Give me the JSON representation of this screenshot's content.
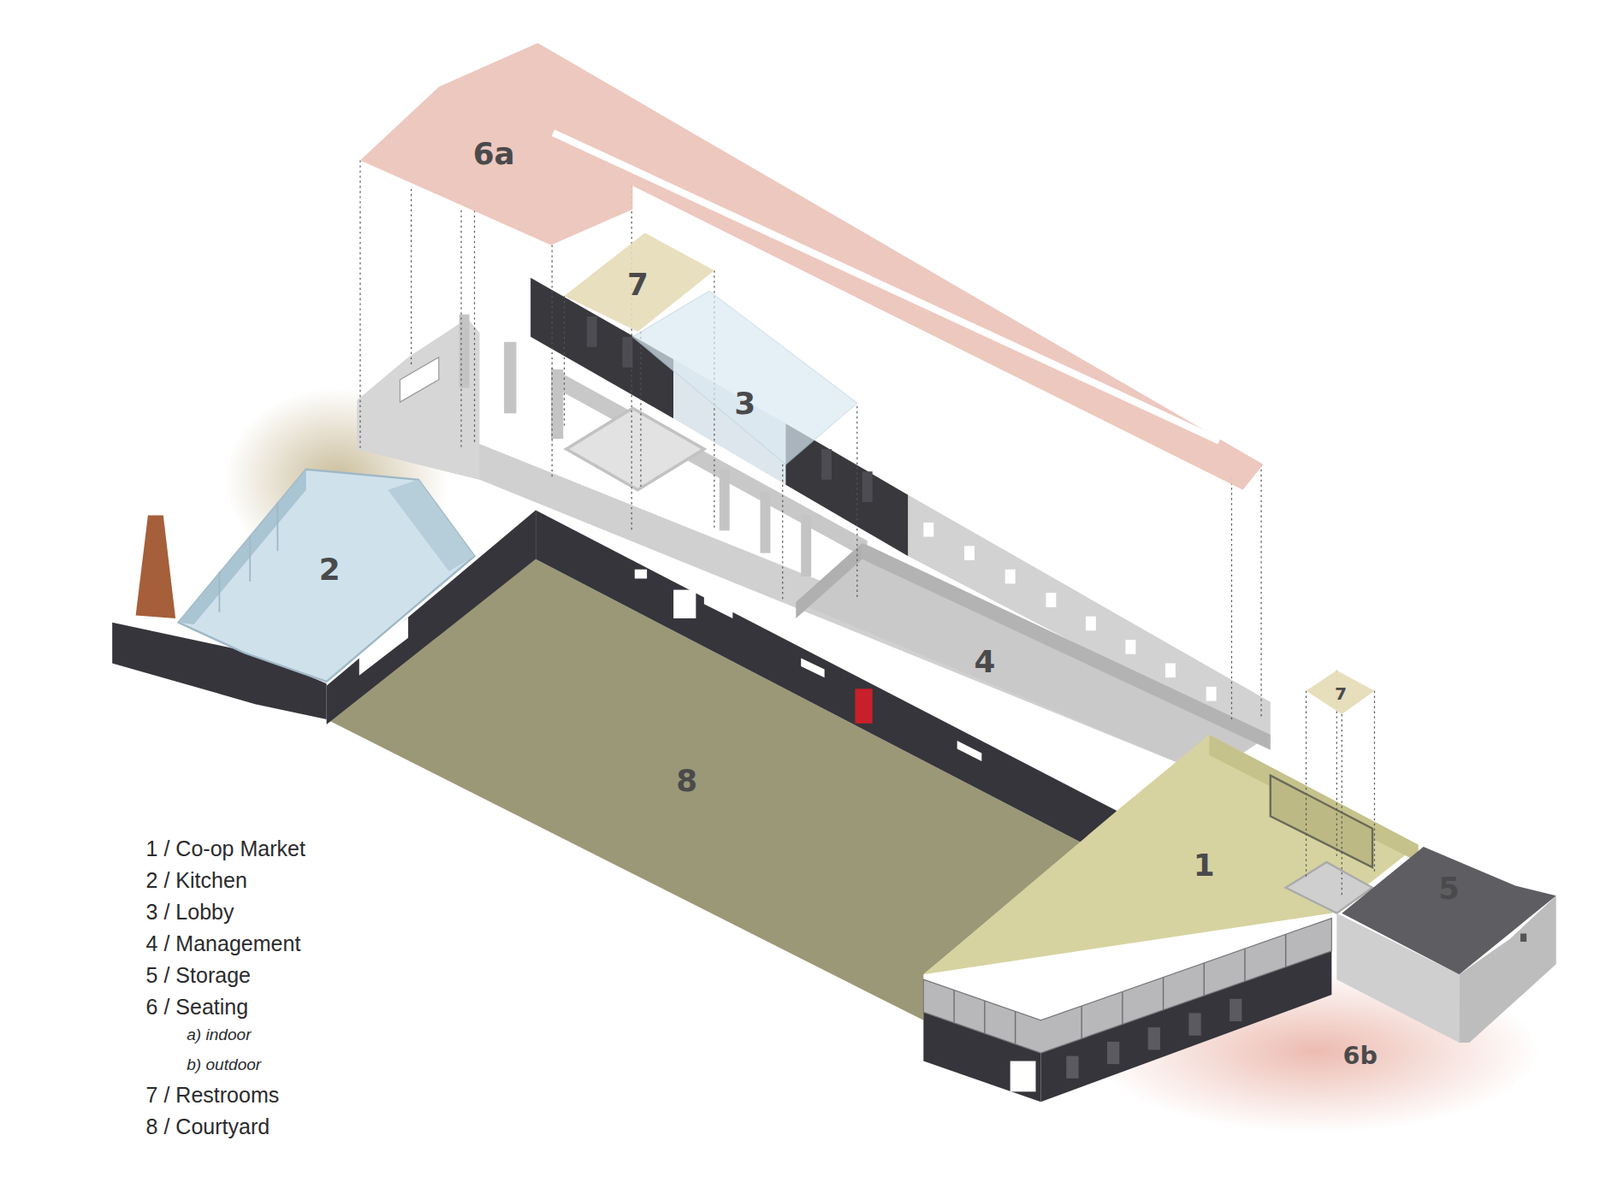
{
  "diagram": {
    "labels": [
      "6a",
      "7",
      "3",
      "2",
      "4",
      "8",
      "7",
      "1",
      "5",
      "6b"
    ],
    "legend": [
      {
        "text": "1 / Co-op Market"
      },
      {
        "text": "2 / Kitchen"
      },
      {
        "text": "3 / Lobby"
      },
      {
        "text": "4 / Management"
      },
      {
        "text": "5 / Storage"
      },
      {
        "text": "6 / Seating"
      },
      {
        "text": "a) indoor"
      },
      {
        "text": "b) outdoor"
      },
      {
        "text": "7 / Restrooms"
      },
      {
        "text": "8 / Courtyard"
      }
    ]
  }
}
